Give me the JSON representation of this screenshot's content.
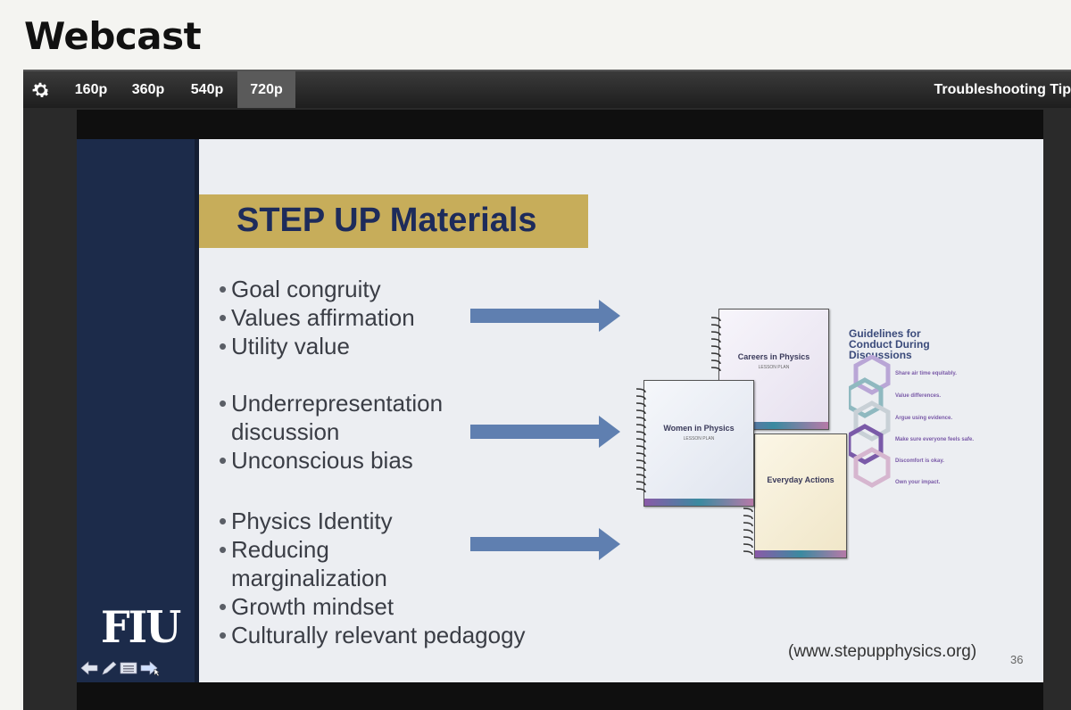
{
  "page": {
    "title": "Webcast"
  },
  "toolbar": {
    "resolutions": [
      "160p",
      "360p",
      "540p",
      "720p"
    ],
    "active_resolution": "720p",
    "troubleshooting_label": "Troubleshooting Tip"
  },
  "slide": {
    "logo": "FIU",
    "title": "STEP UP Materials",
    "groups": [
      {
        "bullets": [
          "Goal congruity",
          "Values affirmation",
          "Utility value"
        ]
      },
      {
        "bullets": [
          "Underrepresentation discussion",
          "Unconscious bias"
        ]
      },
      {
        "bullets": [
          "Physics Identity",
          "Reducing marginalization",
          "Growth mindset",
          "Culturally relevant pedagogy"
        ]
      }
    ],
    "booklets": {
      "careers": {
        "title": "Careers in Physics",
        "sub": "LESSON PLAN"
      },
      "women": {
        "title": "Women in Physics",
        "sub": "LESSON PLAN"
      },
      "everyday": {
        "title": "Everyday Actions"
      }
    },
    "guidelines": {
      "title": "Guidelines for Conduct During Discussions",
      "items": [
        "Share air time equitably.",
        "Value differences.",
        "Argue using evidence.",
        "Make sure everyone feels safe.",
        "Discomfort is okay.",
        "Own your impact."
      ]
    },
    "url": "(www.stepupphysics.org)",
    "page_number": "36"
  },
  "colors": {
    "accent_gold": "#c7ad5a",
    "navy": "#1c2b4a",
    "arrow_blue": "#5f7fb0"
  }
}
